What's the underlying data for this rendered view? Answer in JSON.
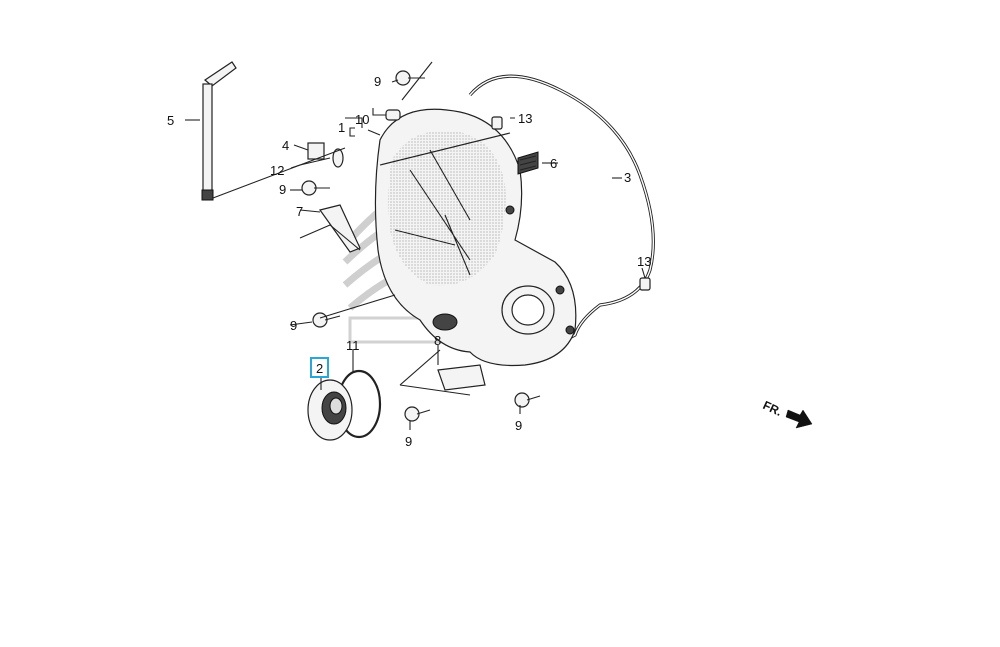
{
  "callouts": {
    "c1": "1",
    "c2": "2",
    "c3": "3",
    "c4": "4",
    "c5": "5",
    "c6": "6",
    "c7": "7",
    "c8": "8",
    "c9a": "9",
    "c9b": "9",
    "c9c": "9",
    "c9d": "9",
    "c9e": "9",
    "c10": "10",
    "c11": "11",
    "c12": "12",
    "c13a": "13",
    "c13b": "13"
  },
  "direction_label": "FR.",
  "highlighted_callout": "2",
  "highlight_color": "#2aa7d6"
}
